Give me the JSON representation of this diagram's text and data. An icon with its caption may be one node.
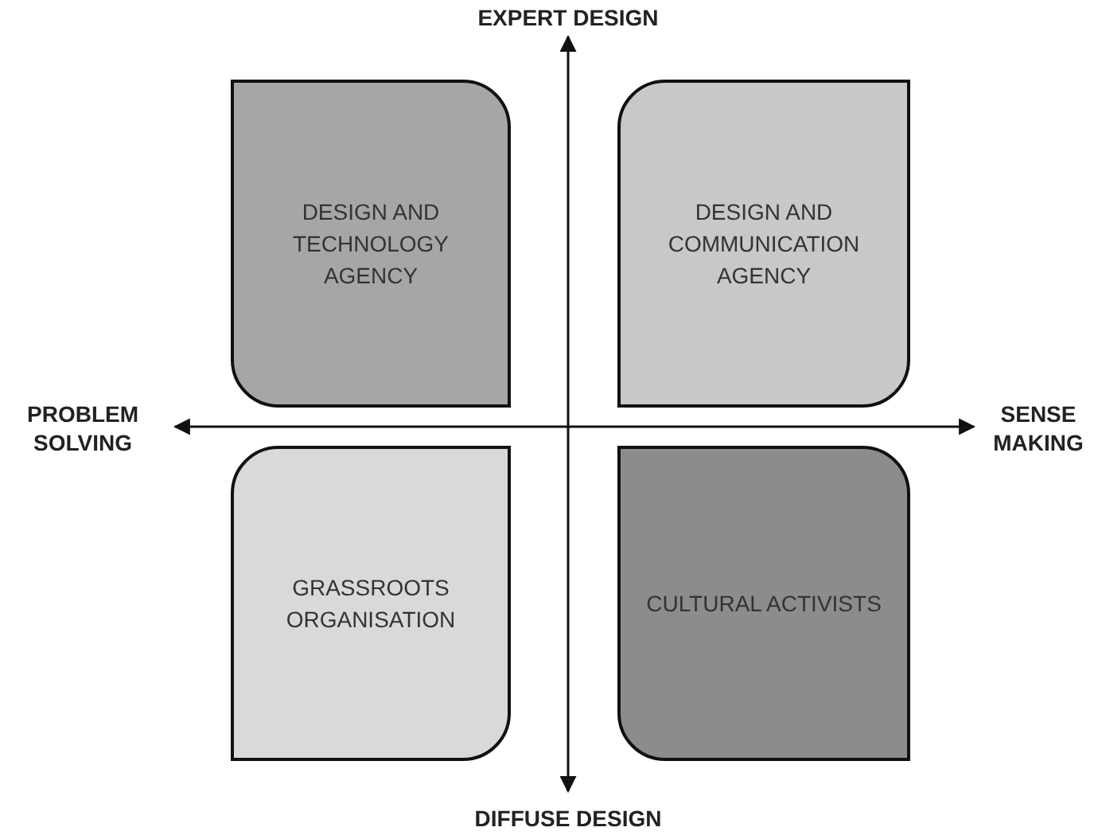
{
  "diagram": {
    "nodes": [
      {
        "text": [
          "DESIGN AND TECHNOLOGY AGENCY"
        ]
      },
      {
        "text": [
          "DESIGN AND COMMUNICATION AGENCY"
        ]
      },
      {
        "text": [
          "GRASSROOTS ORGANISATION"
        ]
      },
      {
        "text": [
          "CULTURAL ACTIVISTS"
        ]
      }
    ],
    "labels": [
      "EXPERT DESIGN",
      "PROBLEM SOLVING",
      "SENSE MAKING",
      "DIFFUSE DESIGN"
    ]
  }
}
